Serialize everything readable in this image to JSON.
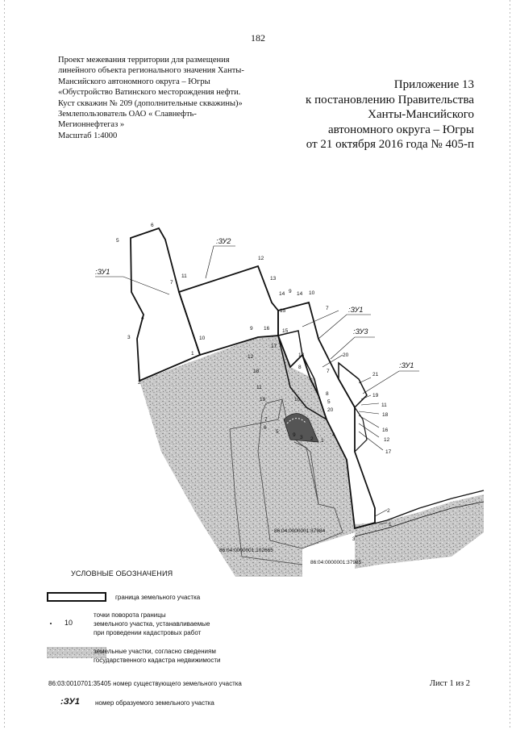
{
  "page_number": "182",
  "project_lines": [
    "Проект межевания территории для размещения",
    "линейного объекта регионального значения Ханты-",
    "Мансийского автономного округа – Югры",
    "«Обустройство Ватинского месторождения нефти.",
    "Куст скважин № 209 (дополнительные скважины)»",
    "Землепользователь  ОАО « Славнефть-",
    "Мегионнефтегаз »",
    "Масштаб 1:4000"
  ],
  "appendix_lines": [
    "Приложение 13",
    "к постановлению Правительства",
    "Ханты-Мансийского",
    "автономного округа – Югры",
    "от 21 октября 2016 года № 405-п"
  ],
  "map": {
    "parcel_labels": [
      ":ЗУ1",
      ":ЗУ2",
      ":ЗУ1",
      ":ЗУ3",
      ":ЗУ1"
    ],
    "cadastral_labels": [
      "86:04:0000001:37984",
      "86:04:0000001:102665",
      "86:04:0000001:37985"
    ],
    "point_labels": [
      "1",
      "2",
      "3",
      "4",
      "5",
      "6",
      "7",
      "8",
      "9",
      "10",
      "11",
      "12",
      "13",
      "14",
      "15",
      "16",
      "17",
      "18",
      "19",
      "20",
      "21"
    ]
  },
  "legend": {
    "title": "УСЛОВНЫЕ ОБОЗНАЧЕНИЯ",
    "boundary": "граница земельного участка",
    "point_sample": "10",
    "points": [
      "точки поворота границы",
      "земельного участка, устанавливаемые",
      "при проведении кадастровых работ"
    ],
    "cadastre": [
      "земельные участки, согласно сведениям",
      "государственного кадастра недвижимости"
    ],
    "existing_code": "86:03:0010701:35405",
    "existing_text": "номер существующего земельного участка",
    "new_code": ":ЗУ1",
    "new_text": "номер образуемого земельного участка"
  },
  "sheet": "Лист 1 из 2"
}
